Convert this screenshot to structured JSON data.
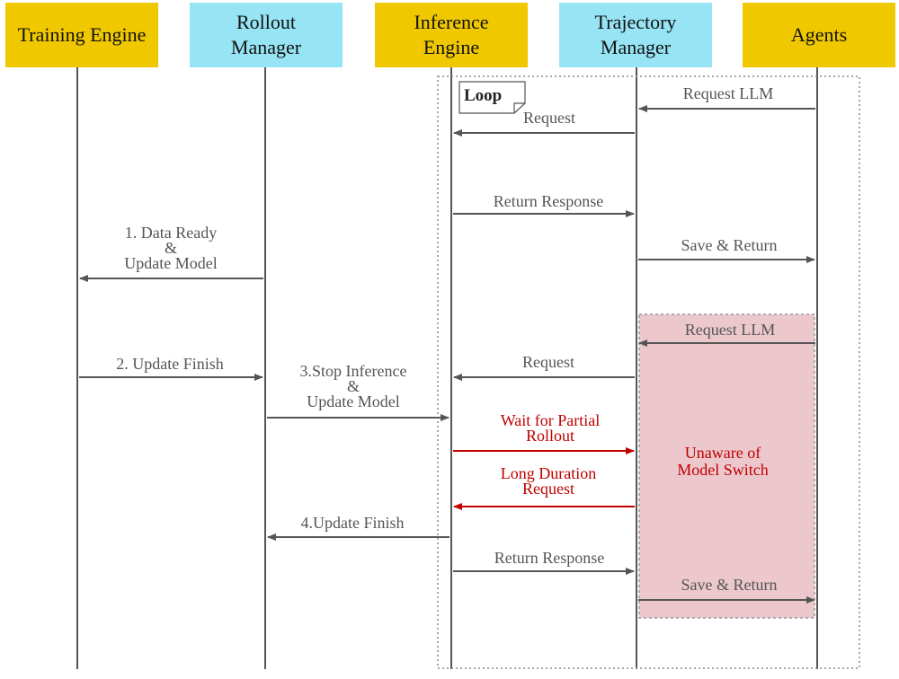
{
  "participants": [
    {
      "id": "training",
      "label": "Training Engine",
      "color": "#f0c800"
    },
    {
      "id": "rollout",
      "label": "Rollout\nManager",
      "color": "#96e4f4"
    },
    {
      "id": "inference",
      "label": "Inference\nEngine",
      "color": "#f0c800"
    },
    {
      "id": "trajectory",
      "label": "Trajectory\nManager",
      "color": "#96e4f4"
    },
    {
      "id": "agents",
      "label": "Agents",
      "color": "#f0c800"
    }
  ],
  "loop": {
    "label": "Loop"
  },
  "messages": [
    {
      "from": "agents",
      "to": "trajectory",
      "label": "Request LLM",
      "color": "#555555"
    },
    {
      "from": "trajectory",
      "to": "inference",
      "label": "Request",
      "color": "#555555"
    },
    {
      "from": "inference",
      "to": "trajectory",
      "label": "Return Response",
      "color": "#555555"
    },
    {
      "from": "trajectory",
      "to": "agents",
      "label": "Save & Return",
      "color": "#555555"
    },
    {
      "from": "rollout",
      "to": "training",
      "label": "1. Data Ready\n&\nUpdate Model",
      "color": "#555555"
    },
    {
      "from": "agents",
      "to": "trajectory",
      "label": "Request LLM",
      "color": "#555555"
    },
    {
      "from": "training",
      "to": "rollout",
      "label": "2. Update Finish",
      "color": "#555555"
    },
    {
      "from": "trajectory",
      "to": "inference",
      "label": "Request",
      "color": "#555555"
    },
    {
      "from": "rollout",
      "to": "inference",
      "label": "3.Stop Inference\n&\nUpdate Model",
      "color": "#555555"
    },
    {
      "from": "inference",
      "to": "trajectory",
      "label": "Wait for Partial\nRollout",
      "color": "#c00000"
    },
    {
      "from": "trajectory",
      "to": "inference",
      "label": "Long Duration\nRequest",
      "color": "#c00000"
    },
    {
      "from": "inference",
      "to": "rollout",
      "label": "4.Update Finish",
      "color": "#555555"
    },
    {
      "from": "inference",
      "to": "trajectory",
      "label": "Return Response",
      "color": "#555555"
    },
    {
      "from": "trajectory",
      "to": "agents",
      "label": "Save & Return",
      "color": "#555555"
    }
  ],
  "note": {
    "label": "Unaware of\nModel Switch",
    "fill": "#ecc8cd",
    "text_color": "#c00000"
  }
}
